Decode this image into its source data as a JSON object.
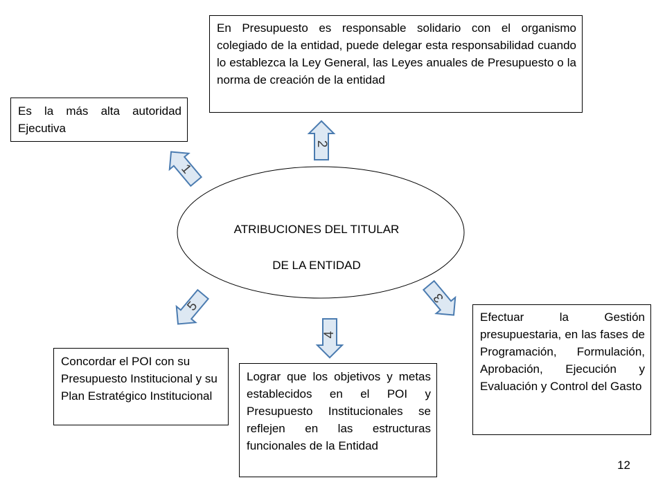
{
  "center": {
    "line1": "ATRIBUCIONES DEL TITULAR",
    "line2": "DE LA ENTIDAD"
  },
  "boxes": {
    "top": "En Presupuesto es responsable solidario con el organismo colegiado de la entidad, puede delegar esta responsabilidad cuando lo establezca la Ley General, las Leyes anuales de Presupuesto o la norma de creación de la entidad",
    "left": "Es la más alta autoridad Ejecutiva",
    "right": "Efectuar la Gestión presupuestaria, en las fases de Programación, Formulación, Aprobación, Ejecución y Evaluación y Control del Gasto",
    "bottom_left": "Concordar el POI con su Presupuesto Institucional y su Plan Estratégico Institucional",
    "bottom_middle": "Lograr que los objetivos y metas establecidos en el POI y Presupuesto Institucionales se reflejen en las estructuras funcionales de la Entidad"
  },
  "arrows": [
    "1",
    "2",
    "3",
    "4",
    "5"
  ],
  "page_number": "12",
  "colors": {
    "arrow_fill": "#dde8f3",
    "arrow_stroke": "#4a7bb0",
    "border": "#000000"
  }
}
